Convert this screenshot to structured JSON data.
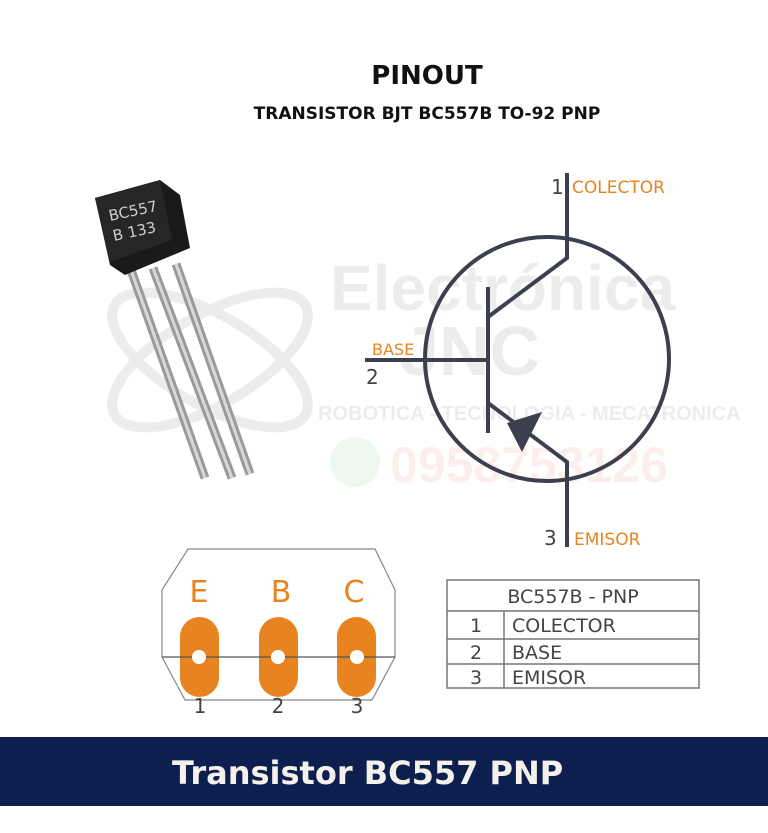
{
  "header": {
    "title": "PINOUT",
    "subtitle": "TRANSISTOR BJT BC557B TO-92 PNP"
  },
  "photo": {
    "marking_line1": "BC557",
    "marking_line2": "B 133"
  },
  "watermark": {
    "brand": "Electrónica",
    "brand2": "JNC",
    "tagline": "ROBOTICA - TECNOLOGIA - MECATRONICA",
    "phone": "0958753126"
  },
  "symbol": {
    "collector": {
      "pin": "1",
      "label": "COLECTOR"
    },
    "base": {
      "pin": "2",
      "label": "BASE"
    },
    "emitter": {
      "pin": "3",
      "label": "EMISOR"
    }
  },
  "footprint": {
    "letters": [
      "E",
      "B",
      "C"
    ],
    "numbers": [
      "1",
      "2",
      "3"
    ]
  },
  "table": {
    "title": "BC557B - PNP",
    "rows": [
      {
        "pin": "1",
        "name": "COLECTOR"
      },
      {
        "pin": "2",
        "name": "BASE"
      },
      {
        "pin": "3",
        "name": "EMISOR"
      }
    ]
  },
  "banner": {
    "text": "Transistor BC557 PNP"
  },
  "colors": {
    "accent": "#e8841f",
    "banner": "#0d1f4e",
    "line": "#3c3f4d"
  }
}
